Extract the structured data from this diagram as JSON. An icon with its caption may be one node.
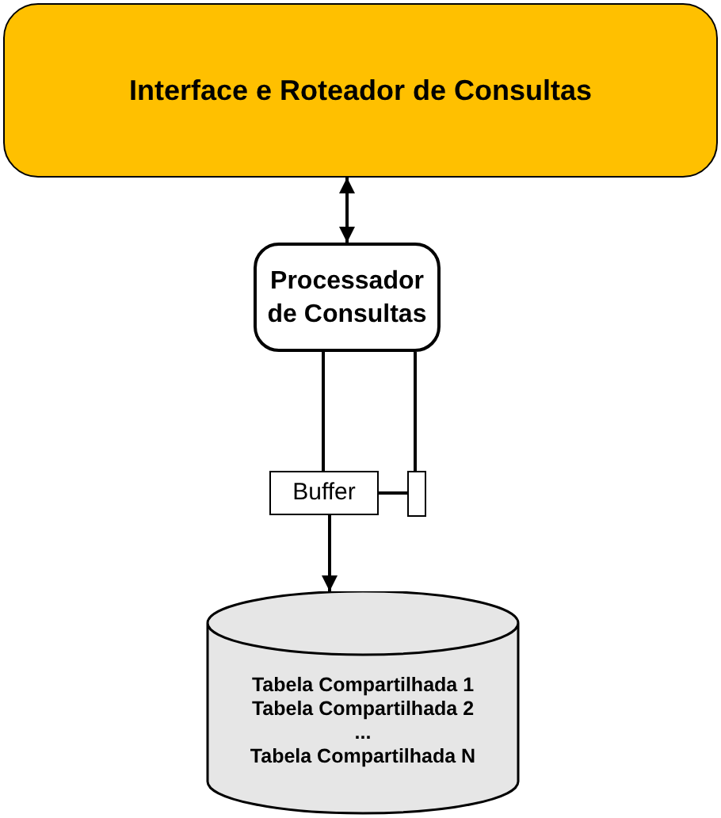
{
  "diagram": {
    "nodes": [
      {
        "text": [
          "Interface e Roteador de Consultas"
        ]
      },
      {
        "text": [
          "Processador de Consultas"
        ]
      },
      {
        "text": [
          "Buffer"
        ]
      },
      {
        "text": [],
        "shape": "box"
      },
      {
        "text": [
          "Tabela Compartilhada 1",
          "Tabela Compartilhada 2",
          "...",
          "Tabela Compartilhada N"
        ]
      }
    ],
    "edges": [
      {
        "from": 0,
        "to": 1,
        "arrow": "both"
      },
      {
        "from": 1,
        "to": 2,
        "arrow": "none"
      },
      {
        "from": 1,
        "to": 3,
        "arrow": "none"
      },
      {
        "from": 2,
        "to": 3,
        "arrow": "none"
      },
      {
        "from": 2,
        "to": 4,
        "arrow": "to"
      }
    ]
  }
}
